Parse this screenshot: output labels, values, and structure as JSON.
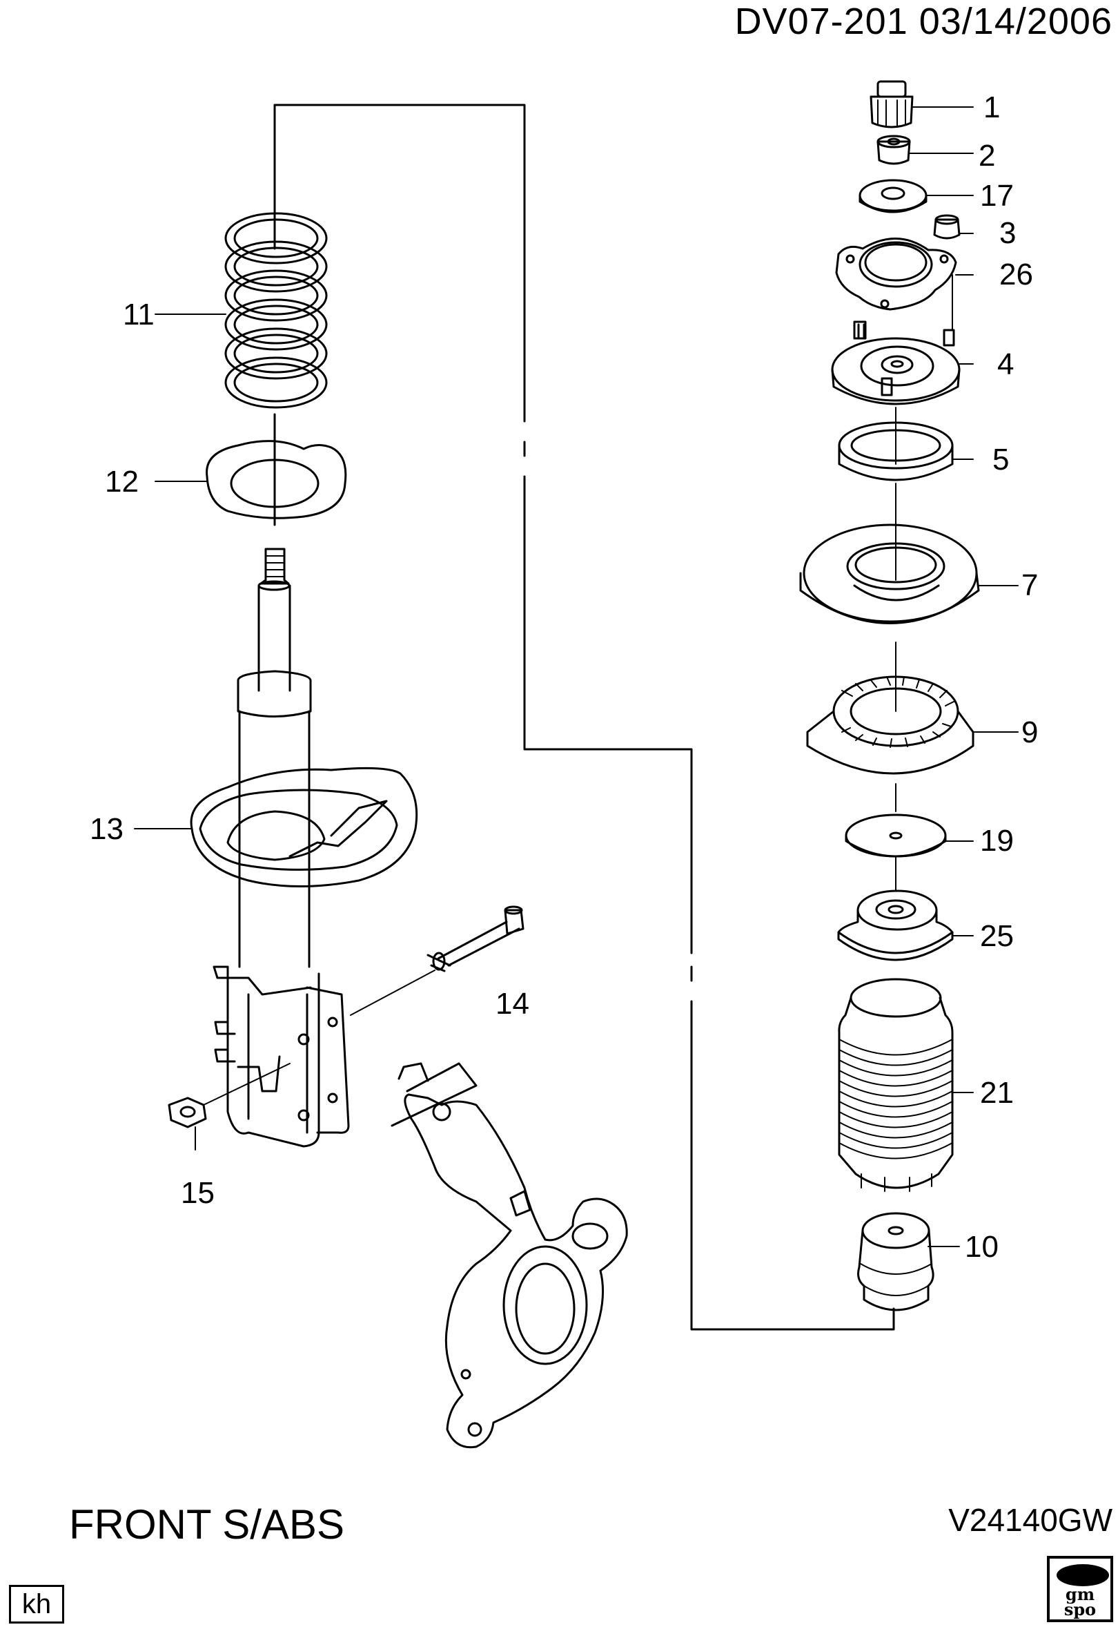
{
  "header": {
    "code": "DV07-201  03/14/2006"
  },
  "footer": {
    "title": "FRONT S/ABS",
    "illustration_id": "V24140GW",
    "author_mark": "kh"
  },
  "logo": {
    "line1": "gm",
    "line2": "spo"
  },
  "callouts": [
    {
      "id": "1",
      "label": "1"
    },
    {
      "id": "2",
      "label": "2"
    },
    {
      "id": "17",
      "label": "17"
    },
    {
      "id": "3",
      "label": "3"
    },
    {
      "id": "26",
      "label": "26"
    },
    {
      "id": "4",
      "label": "4"
    },
    {
      "id": "5",
      "label": "5"
    },
    {
      "id": "7",
      "label": "7"
    },
    {
      "id": "9",
      "label": "9"
    },
    {
      "id": "19",
      "label": "19"
    },
    {
      "id": "25",
      "label": "25"
    },
    {
      "id": "21",
      "label": "21"
    },
    {
      "id": "10",
      "label": "10"
    },
    {
      "id": "11",
      "label": "11"
    },
    {
      "id": "12",
      "label": "12"
    },
    {
      "id": "13",
      "label": "13"
    },
    {
      "id": "14",
      "label": "14"
    },
    {
      "id": "15",
      "label": "15"
    }
  ]
}
